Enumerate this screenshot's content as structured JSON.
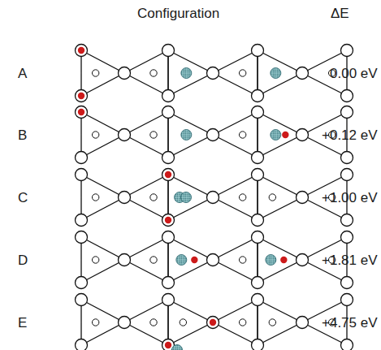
{
  "diagram": {
    "labels": [
      "Configuration",
      "ΔE",
      "A",
      "0.00 eV",
      "B",
      "+0.12 eV",
      "C",
      "+1.00 eV",
      "D",
      "+1.81 eV",
      "E",
      "+4.75 eV"
    ]
  }
}
